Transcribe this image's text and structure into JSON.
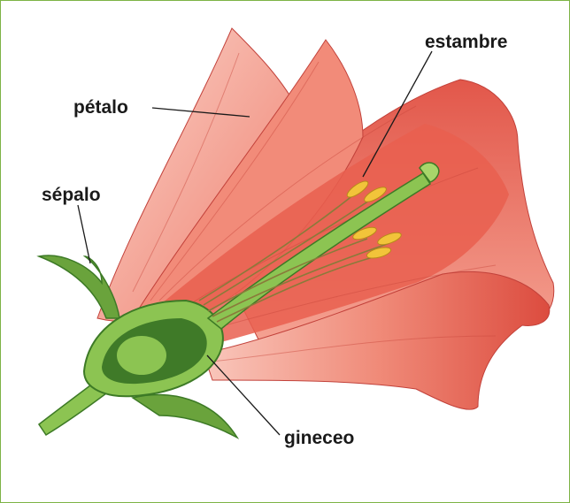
{
  "diagram": {
    "labels": {
      "estambre": "estambre",
      "petalo": "pétalo",
      "sepalo": "sépalo",
      "gineceo": "gineceo"
    }
  },
  "colors": {
    "border": "#7db346",
    "petal_light": "#f7b0a2",
    "petal_mid": "#ef7866",
    "petal_dark": "#d9443a",
    "pistil_light": "#a8d66a",
    "pistil_dark": "#3d7a26",
    "anther": "#f2c43a",
    "filament": "#8a7a3a",
    "leader": "#1a1a1a"
  }
}
